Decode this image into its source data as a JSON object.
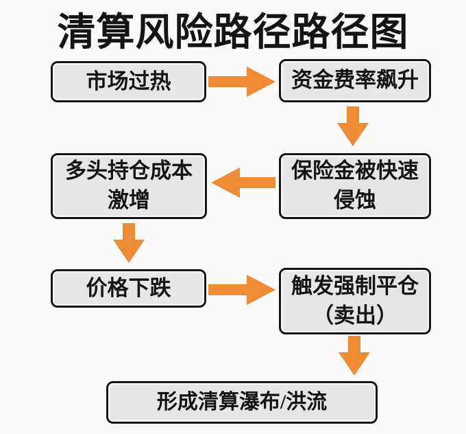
{
  "title": "清算风险路径路径图",
  "colors": {
    "background": "#FBFAF8",
    "box_fill": "#E6E6E6",
    "box_border": "#161616",
    "text": "#141414",
    "arrow": "#EF8A35"
  },
  "nodes": [
    {
      "id": "market-overheat",
      "label": "市场过热"
    },
    {
      "id": "funding-rate-surge",
      "label": "资金费率飙升"
    },
    {
      "id": "insurance-fund-eroded",
      "label": "保险金被快速\n侵蚀"
    },
    {
      "id": "long-cost-surge",
      "label": "多头持仓成本\n激增"
    },
    {
      "id": "price-drop",
      "label": "价格下跌"
    },
    {
      "id": "forced-liquidation",
      "label": "触发强制平仓\n（卖出）"
    },
    {
      "id": "liquidation-cascade",
      "label": "形成清算瀑布/洪流"
    }
  ],
  "edges": [
    {
      "from": "市场过热",
      "to": "资金费率飙升",
      "direction": "right"
    },
    {
      "from": "资金费率飙升",
      "to": "保险金被快速侵蚀",
      "direction": "down"
    },
    {
      "from": "保险金被快速侵蚀",
      "to": "多头持仓成本激增",
      "direction": "left"
    },
    {
      "from": "多头持仓成本激增",
      "to": "价格下跌",
      "direction": "down"
    },
    {
      "from": "价格下跌",
      "to": "触发强制平仓（卖出）",
      "direction": "right"
    },
    {
      "from": "触发强制平仓（卖出）",
      "to": "形成清算瀑布/洪流",
      "direction": "down"
    }
  ]
}
